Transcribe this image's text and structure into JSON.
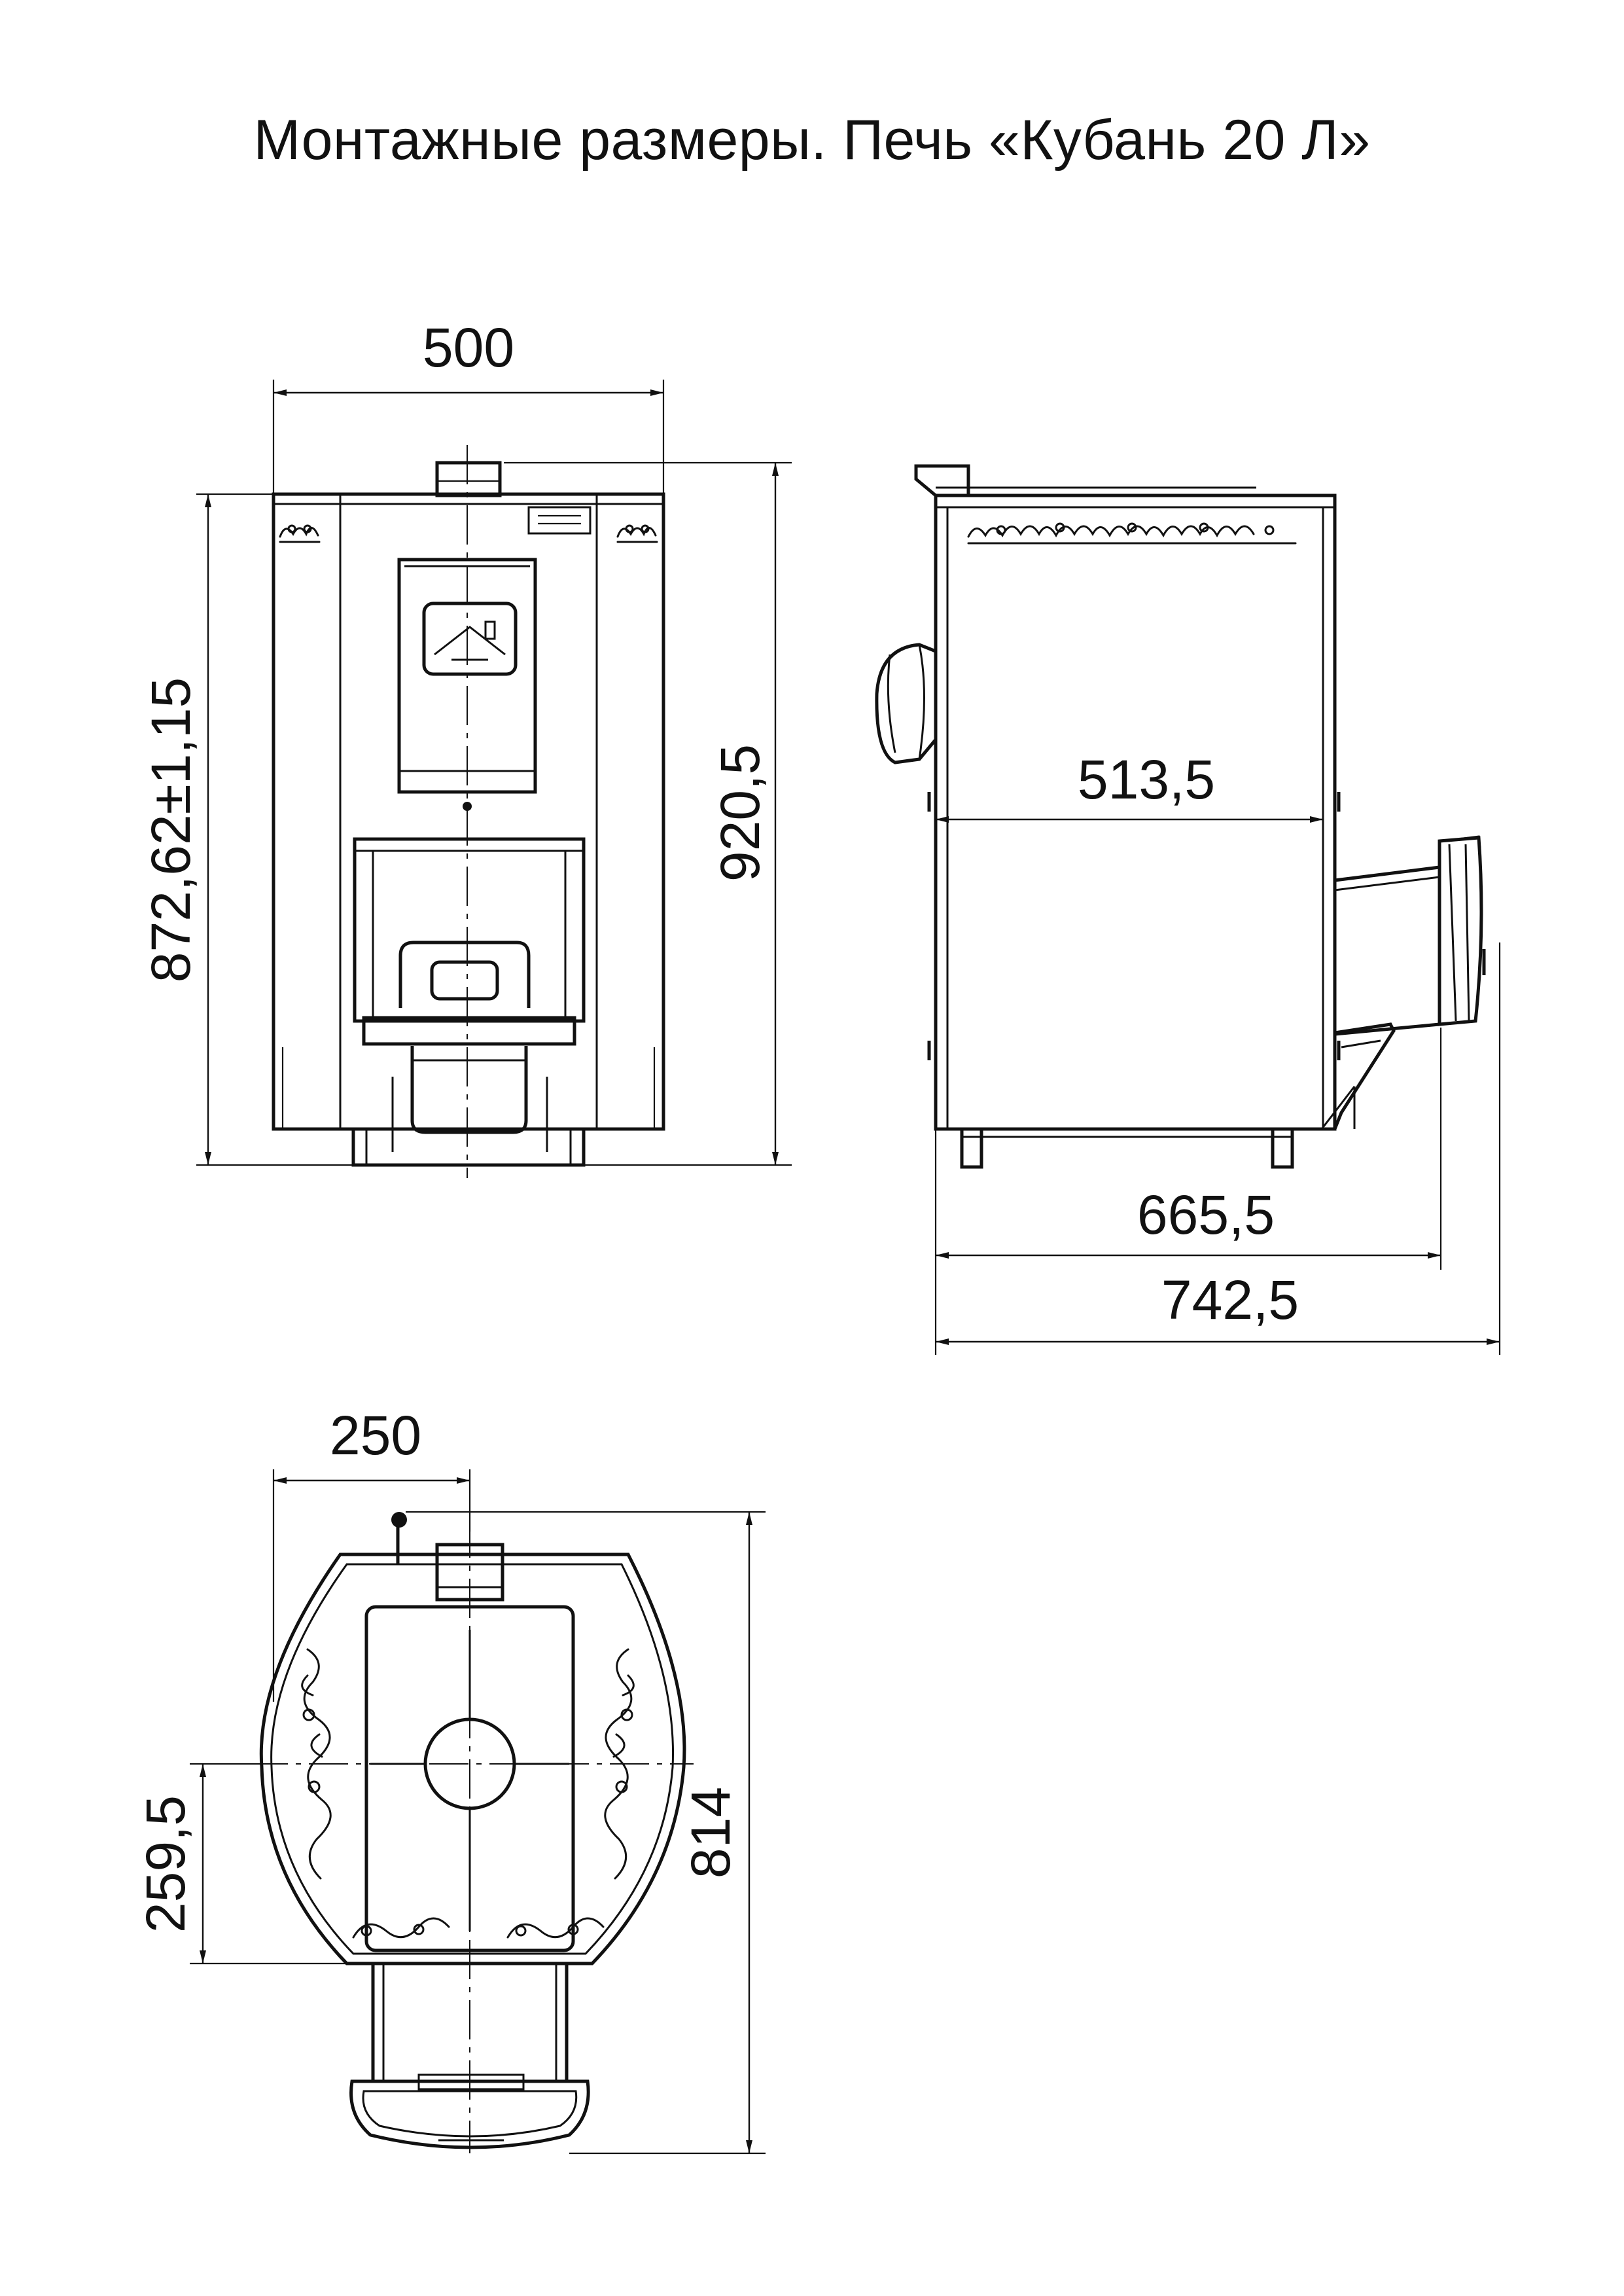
{
  "title": "Монтажные размеры. Печь «Кубань 20 Л»",
  "dimensions": {
    "front_width": "500",
    "front_height_inner": "872,62±1,15",
    "front_height_total": "920,5",
    "side_depth_body": "513,5",
    "side_depth_665": "665,5",
    "side_depth_total": "742,5",
    "top_half_width": "250",
    "top_offset": "259,5",
    "top_length": "814"
  }
}
